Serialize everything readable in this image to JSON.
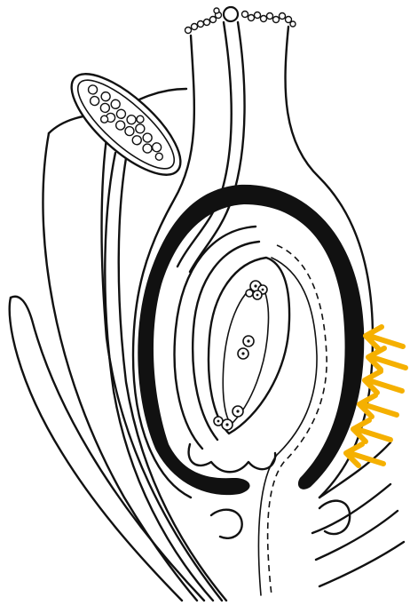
{
  "figure": {
    "subject": "ovule",
    "line_color": "#111111",
    "fill_color": "#ffffff",
    "highlight_color": "#111111",
    "arrow_color": "#f5b000",
    "arrow_count": 6,
    "arrow_direction": "left"
  }
}
